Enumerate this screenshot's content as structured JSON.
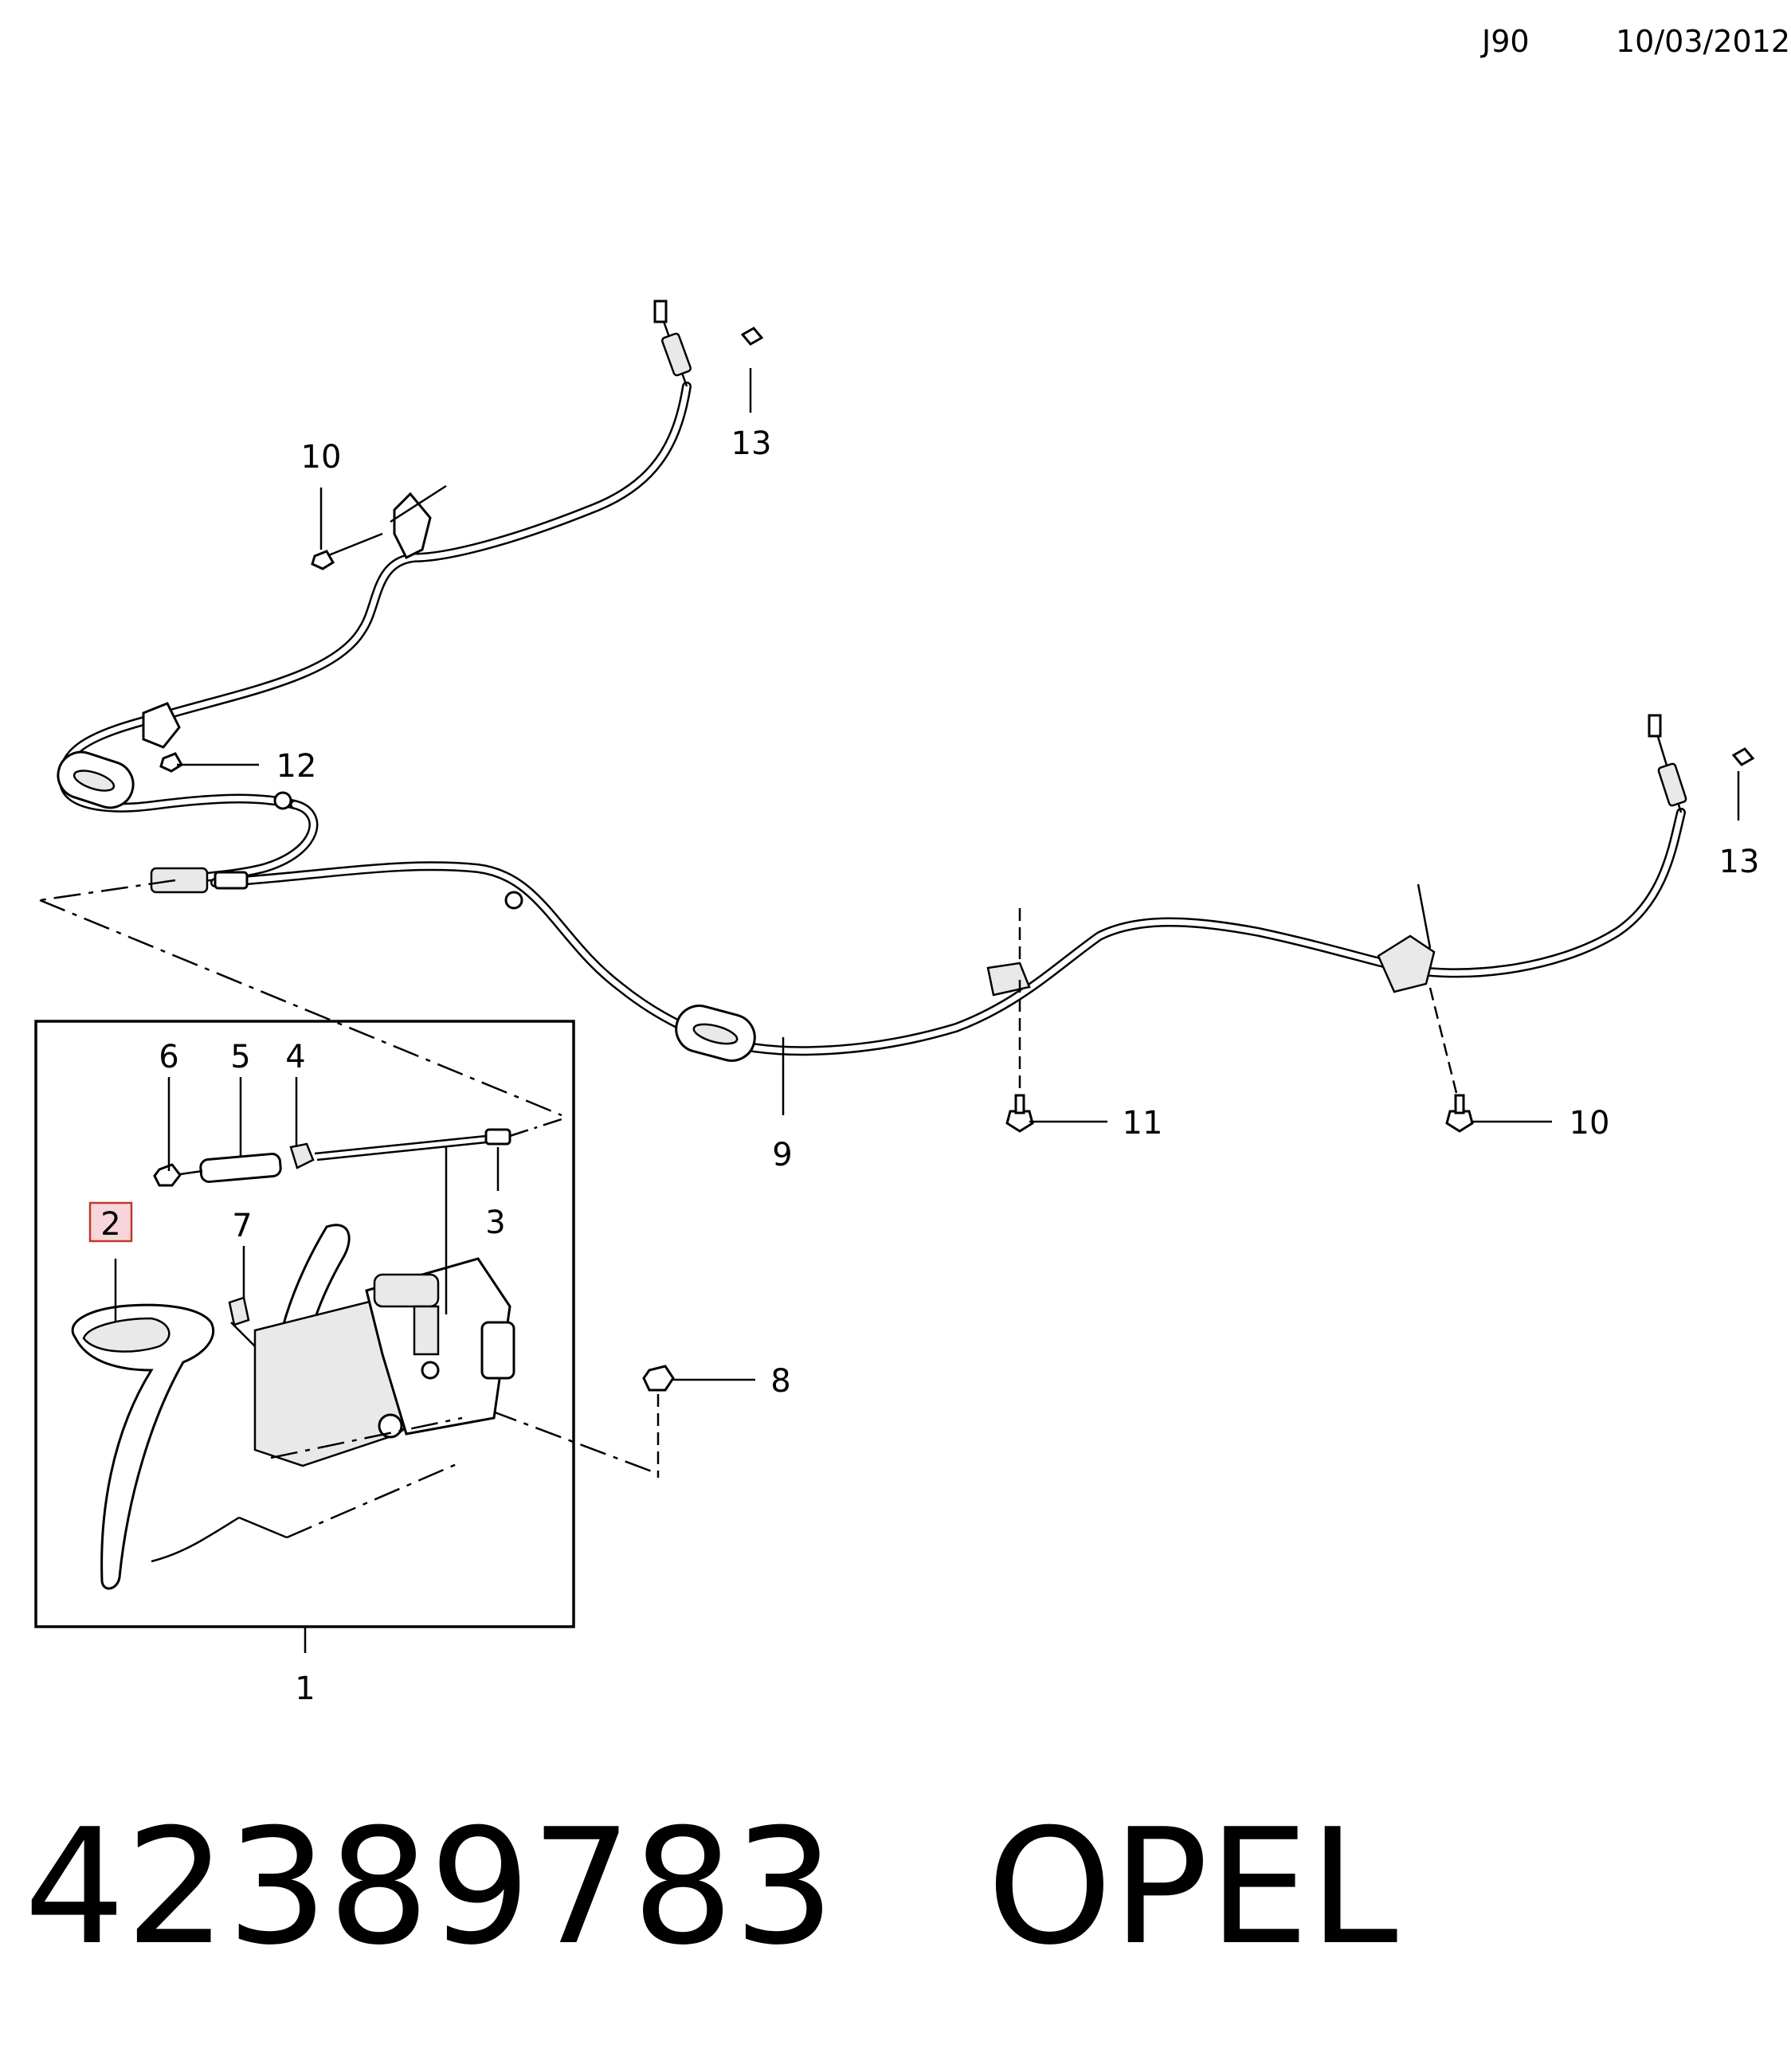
{
  "header": {
    "code": "J90",
    "date": "10/03/2012"
  },
  "footer": {
    "part_number": "42389783",
    "brand": "OPEL"
  },
  "callouts": {
    "c1": "1",
    "c2": "2",
    "c3": "3",
    "c4": "4",
    "c5": "5",
    "c6": "6",
    "c7": "7",
    "c8": "8",
    "c9": "9",
    "c10a": "10",
    "c10b": "10",
    "c11": "11",
    "c12": "12",
    "c13a": "13",
    "c13b": "13"
  },
  "highlighted_callout": "2",
  "colors": {
    "highlight_fill": "#f6d6da",
    "highlight_stroke": "#c0392b"
  }
}
